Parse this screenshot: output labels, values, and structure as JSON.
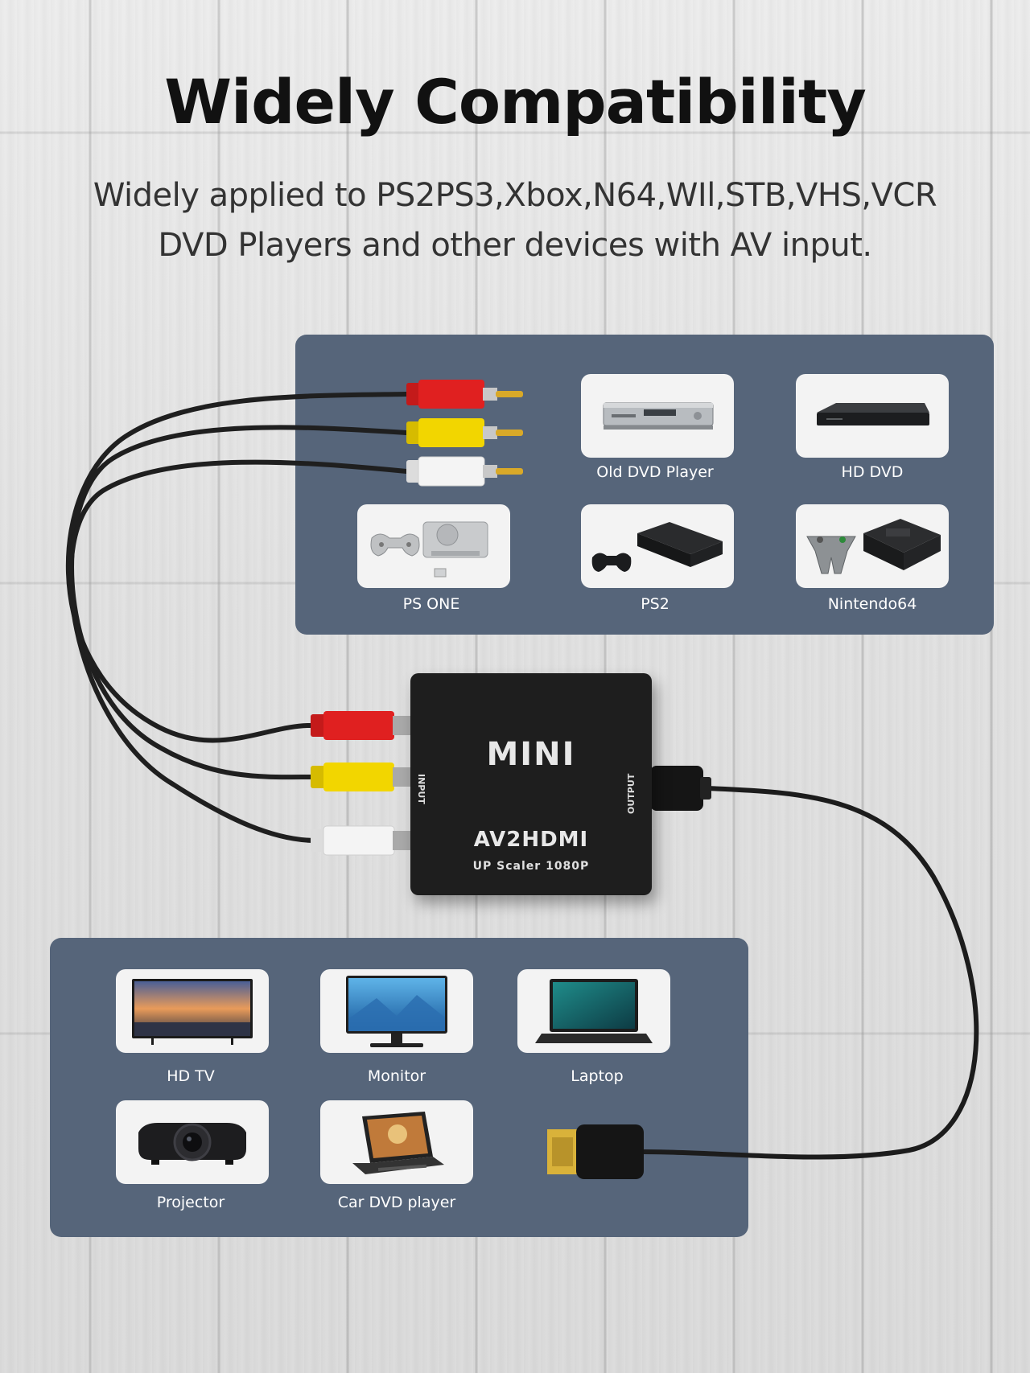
{
  "heading": {
    "title": "Widely Compatibility",
    "subtitle_line1": "Widely applied to PS2PS3,Xbox,N64,WIl,STB,VHS,VCR",
    "subtitle_line2": "DVD Players and other devices with AV input."
  },
  "input_devices": [
    {
      "label": "Old DVD Player",
      "icon": "dvd-player-icon"
    },
    {
      "label": "HD DVD",
      "icon": "hd-dvd-icon"
    },
    {
      "label": "PS ONE",
      "icon": "ps-one-console-icon"
    },
    {
      "label": "PS2",
      "icon": "ps2-console-icon"
    },
    {
      "label": "Nintendo64",
      "icon": "nintendo64-console-icon"
    }
  ],
  "converter": {
    "brand": "MINI",
    "model": "AV2HDMI",
    "scaler": "UP Scaler 1080P",
    "input_label": "INPUT",
    "output_label": "OUTPUT"
  },
  "output_devices": [
    {
      "label": "HD TV",
      "icon": "tv-icon"
    },
    {
      "label": "Monitor",
      "icon": "monitor-icon"
    },
    {
      "label": "Laptop",
      "icon": "laptop-icon"
    },
    {
      "label": "Projector",
      "icon": "projector-icon"
    },
    {
      "label": "Car DVD player",
      "icon": "car-dvd-player-icon"
    }
  ],
  "colors": {
    "panel": "#56657a",
    "rca_red": "#e02020",
    "rca_yellow": "#f2d600",
    "rca_white": "#f4f4f4",
    "hdmi_gold": "#d9b23a"
  }
}
